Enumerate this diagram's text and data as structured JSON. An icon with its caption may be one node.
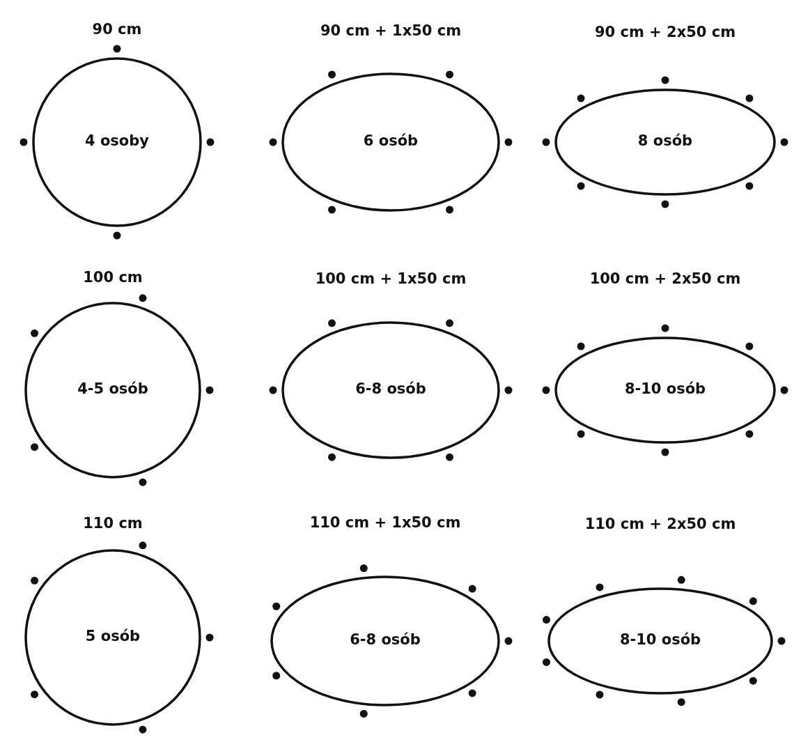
{
  "diagram": {
    "nodes": [
      {
        "text": [
          "90 cm",
          "4 osoby"
        ]
      },
      {
        "text": [
          "90 cm + 1x50 cm",
          "6 osób"
        ]
      },
      {
        "text": [
          "90 cm + 2x50 cm",
          "8 osób"
        ]
      },
      {
        "text": [
          "100 cm",
          "4-5 osób"
        ]
      },
      {
        "text": [
          "100 cm + 1x50 cm",
          "6-8 osób"
        ]
      },
      {
        "text": [
          "100 cm + 2x50 cm",
          "8-10 osób"
        ]
      },
      {
        "text": [
          "110 cm",
          "5 osób"
        ]
      },
      {
        "text": [
          "110 cm + 1x50 cm",
          "6-8 osób"
        ]
      },
      {
        "text": [
          "110 cm + 2x50 cm",
          "8-10 osób"
        ]
      }
    ]
  }
}
